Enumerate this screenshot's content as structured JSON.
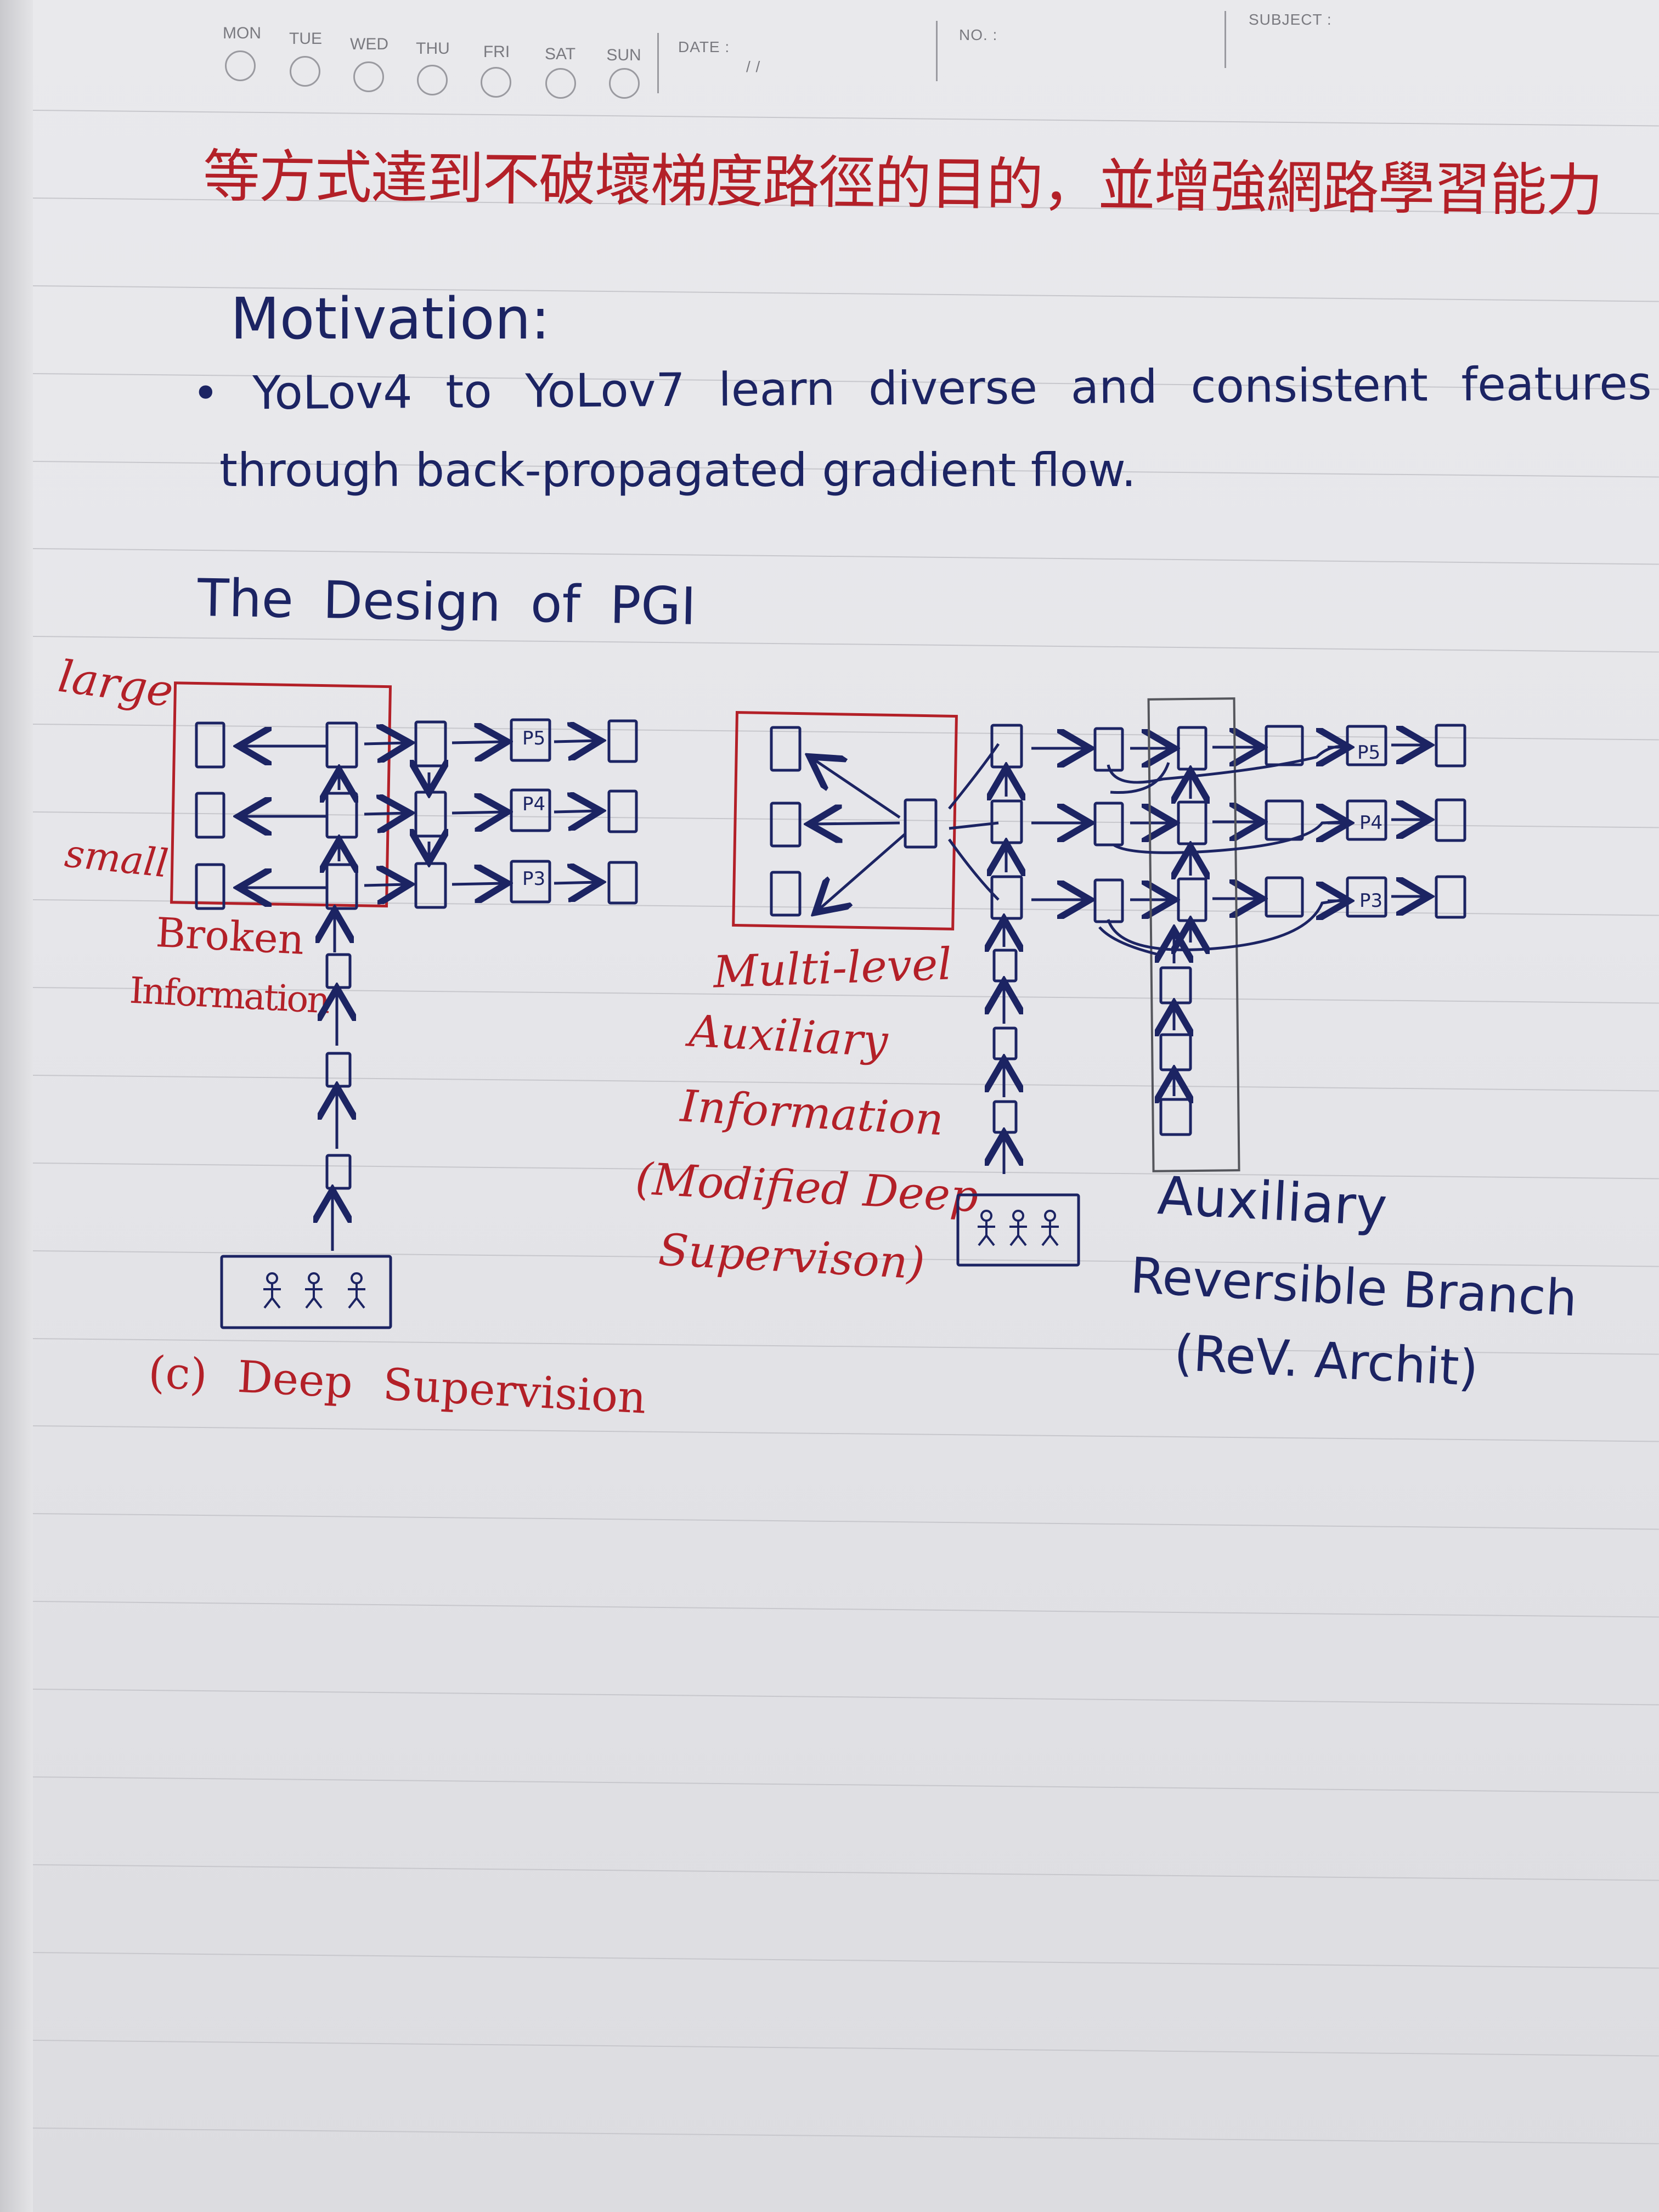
{
  "header": {
    "days": [
      "MON",
      "TUE",
      "WED",
      "THU",
      "FRI",
      "SAT",
      "SUN"
    ],
    "date_label": "DATE :",
    "date_separators": "/          /",
    "no_label": "NO. :",
    "subject_label": "SUBJECT :"
  },
  "notes": {
    "heading_line": "等方式達到不破壞梯度路徑的目的，並增強網路學習能力",
    "motivation_title": "Motivation:",
    "motivation_bullet_line1": "• YoLov4 to YoLov7 learn diverse and consistent features",
    "motivation_bullet_line2": "through back-propagated gradient flow.",
    "pgi_title": "The Design of PGI"
  },
  "diagram_left": {
    "label_large": "large",
    "label_small": "small",
    "label_broken_1": "Broken",
    "label_broken_2": "Information",
    "caption": "(c) Deep Supervision",
    "p_labels": [
      "P5",
      "P4",
      "P3"
    ]
  },
  "diagram_right": {
    "label_mlai_1": "Multi-level",
    "label_mlai_2": "Auxiliary",
    "label_mlai_3": "Information",
    "label_mlai_4": "(Modified Deep",
    "label_mlai_5": "Supervison)",
    "label_arb_1": "Auxiliary",
    "label_arb_2": "Reversible Branch",
    "label_arb_3": "(ReV. Archit)",
    "p_labels": [
      "P5",
      "P4",
      "P3"
    ]
  },
  "colors": {
    "ink_blue": "#1c2463",
    "ink_red": "#b32028",
    "paper": "#e7e7ea",
    "rule": "#c7c7cc"
  }
}
